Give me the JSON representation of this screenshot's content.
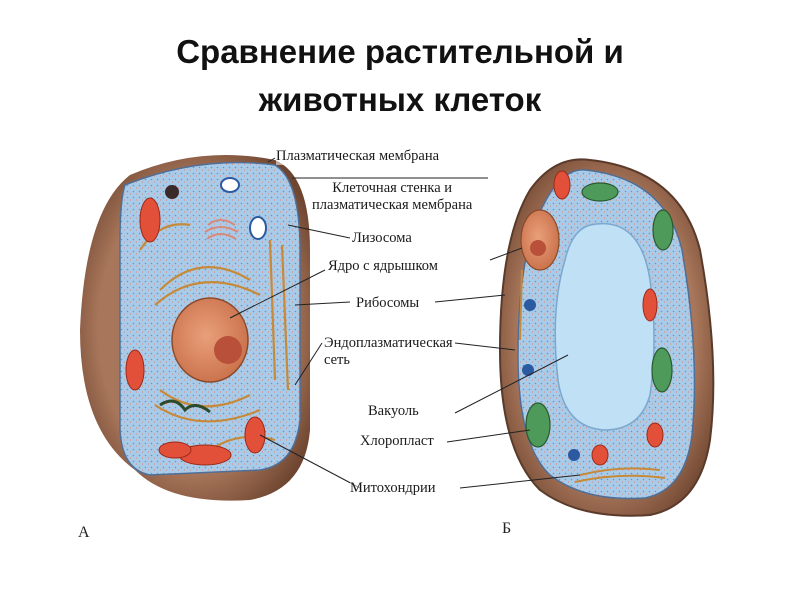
{
  "title_line1": "Сравнение растительной и",
  "title_line2": "животных клеток",
  "labels": {
    "plasma_membrane": "Плазматическая мембрана",
    "cell_wall_line1": "Клеточная стенка и",
    "cell_wall_line2": "плазматическая мембрана",
    "lysosome": "Лизосома",
    "nucleus": "Ядро с ядрышком",
    "ribosomes": "Рибосомы",
    "er_line1": "Эндоплазматическая",
    "er_line2": "сеть",
    "vacuole": "Вакуоль",
    "chloroplast": "Хлоропласт",
    "mitochondria": "Митохондрии"
  },
  "panel_letters": {
    "a": "А",
    "b": "Б"
  },
  "colors": {
    "cell_wall": "#8a5a3a",
    "cytoplasm": "#9fc3e6",
    "nucleus": "#d9865a",
    "nucleolus": "#c0533a",
    "mitochondria": "#e2503a",
    "chloroplast": "#4e9a5a",
    "vacuole": "#bfe0f5",
    "er": "#c58a3a"
  }
}
